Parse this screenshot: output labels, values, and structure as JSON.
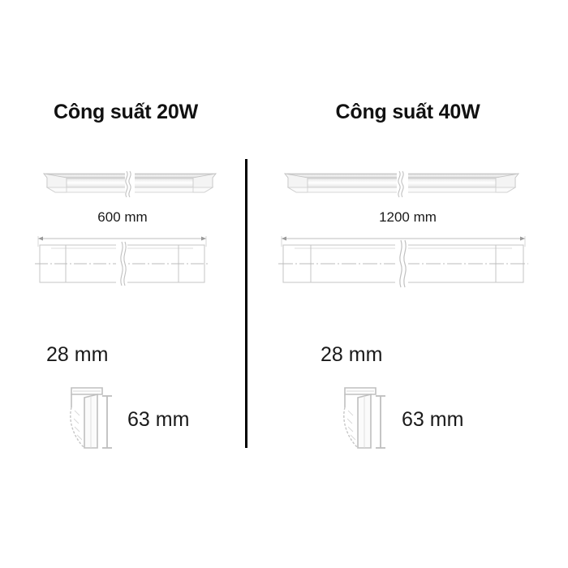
{
  "page": {
    "background_color": "#ffffff",
    "divider_color": "#000000",
    "line_color": "#b8b8b8",
    "text_color": "#111111"
  },
  "panels": [
    {
      "id": "panel-20w",
      "title": "Công suất 20W",
      "perspective_view": {
        "icon": "led-batten-perspective-icon",
        "break_symbol": "length-break-symbol"
      },
      "length_label": "600 mm",
      "elevation_view": {
        "icon": "led-batten-elevation-icon",
        "dimension_line": "overall-length-dimension",
        "center_line": "center-axis-line",
        "break_symbol": "length-break-symbol"
      },
      "width_label": "28 mm",
      "profile_view": {
        "icon": "led-batten-cross-section-icon"
      },
      "depth_label": "63 mm"
    },
    {
      "id": "panel-40w",
      "title": "Công suất 40W",
      "perspective_view": {
        "icon": "led-batten-perspective-icon",
        "break_symbol": "length-break-symbol"
      },
      "length_label": "1200 mm",
      "elevation_view": {
        "icon": "led-batten-elevation-icon",
        "dimension_line": "overall-length-dimension",
        "center_line": "center-axis-line",
        "break_symbol": "length-break-symbol"
      },
      "width_label": "28 mm",
      "profile_view": {
        "icon": "led-batten-cross-section-icon"
      },
      "depth_label": "63 mm"
    }
  ]
}
